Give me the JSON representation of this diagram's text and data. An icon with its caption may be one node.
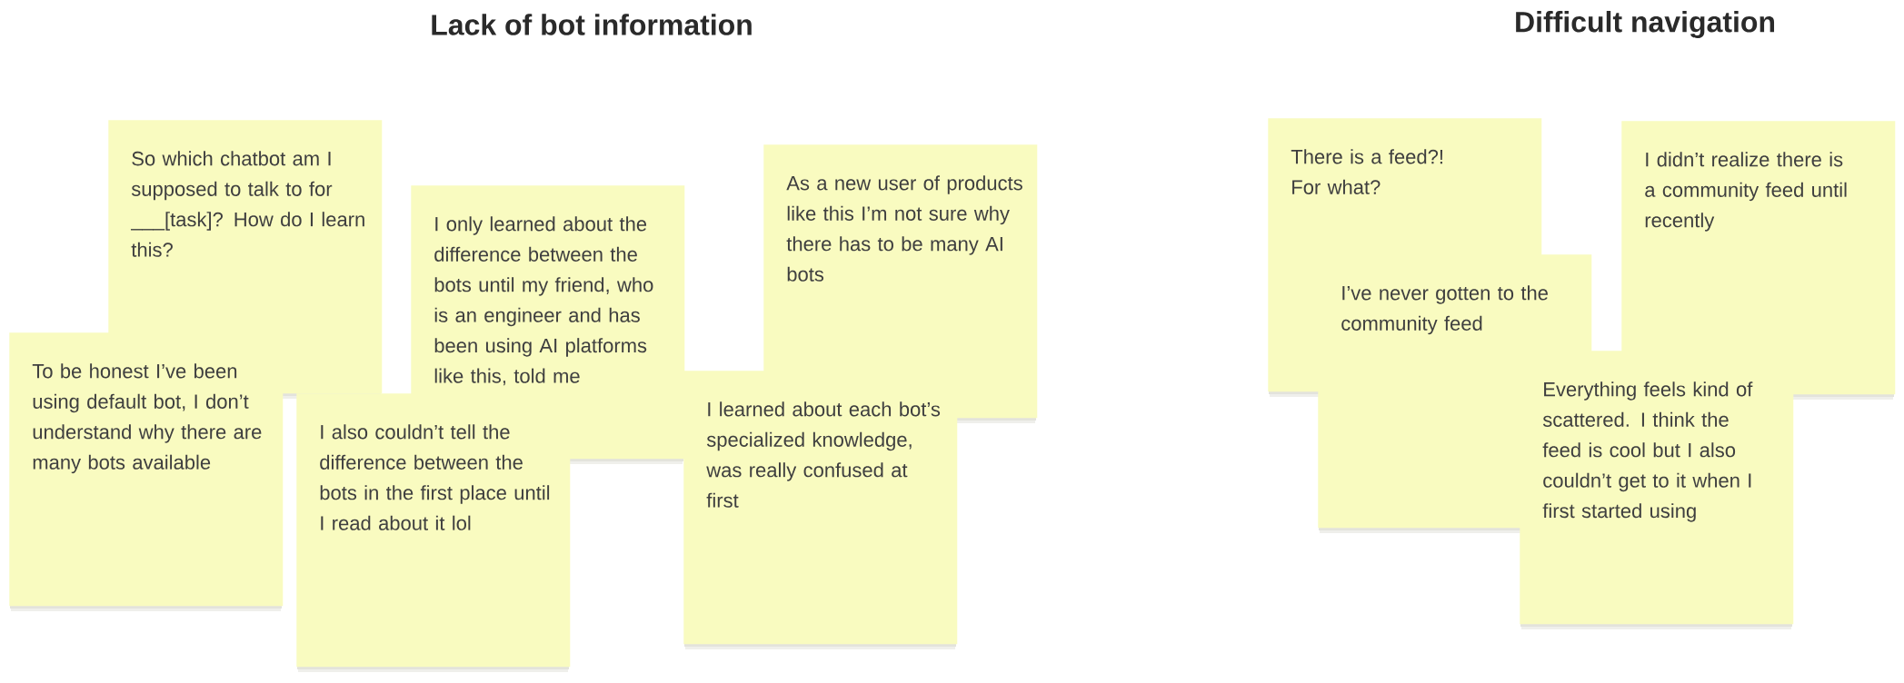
{
  "diagram": {
    "nodes": [
      {
        "text": [
          "So which chatbot am I supposed to talk to for ___[task]? How do I learn this?"
        ]
      },
      {
        "text": [
          "To be honest I’ve been using default bot, I don’t understand why there are many bots available"
        ]
      },
      {
        "text": [
          "I only learned about the difference between the bots until my friend, who is an engineer and has been using AI platforms like this, told me"
        ]
      },
      {
        "text": [
          "I also couldn’t tell the difference between the bots in the first place until I read about it lol"
        ]
      },
      {
        "text": [
          "As a new user of products like this I’m not sure why there has to be many AI bots"
        ]
      },
      {
        "text": [
          "I learned about each bot’s specialized knowledge, was really confused at first"
        ]
      },
      {
        "text": [
          "There is a feed?!",
          "For what?"
        ]
      },
      {
        "text": [
          "I’ve never gotten to the community feed"
        ]
      },
      {
        "text": [
          "I didn’t realize there is a community feed until recently"
        ]
      },
      {
        "text": [
          "Everything feels kind of scattered. I think the feed is cool but I also couldn’t get to it when I first started using"
        ]
      }
    ],
    "labels": [
      "Lack of bot information",
      "Difficult navigation"
    ]
  }
}
